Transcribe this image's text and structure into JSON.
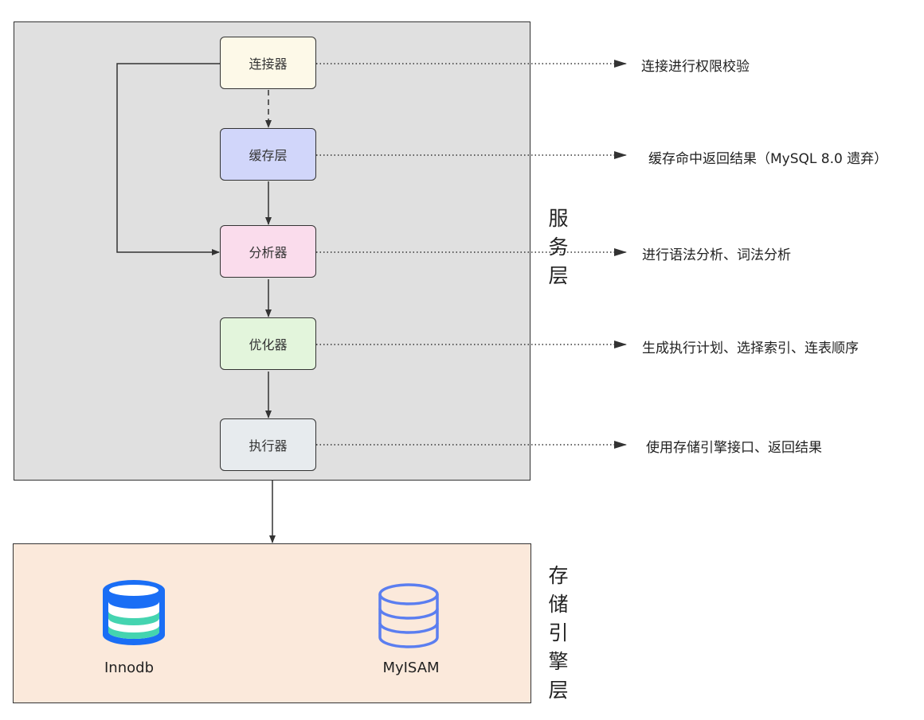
{
  "service_layer": {
    "label_chars": [
      "服",
      "务",
      "层"
    ],
    "nodes": [
      {
        "id": "connector",
        "label": "连接器",
        "fill": "#fdf9e8",
        "description": "连接进行权限校验"
      },
      {
        "id": "cache",
        "label": "缓存层",
        "fill": "#d1d6fa",
        "description": "缓存命中返回结果（MySQL 8.0 遗弃）"
      },
      {
        "id": "analyzer",
        "label": "分析器",
        "fill": "#fadcec",
        "description": "进行语法分析、词法分析"
      },
      {
        "id": "optimizer",
        "label": "优化器",
        "fill": "#e3f5dc",
        "description": "生成执行计划、选择索引、连表顺序"
      },
      {
        "id": "executor",
        "label": "执行器",
        "fill": "#e7ebee",
        "description": "使用存储引擎接口、返回结果"
      }
    ],
    "panel_color": "#e0e0e0"
  },
  "storage_layer": {
    "label_chars": [
      "存",
      "储",
      "引",
      "擎",
      "层"
    ],
    "panel_color": "#fbe9db",
    "engines": [
      {
        "name": "Innodb",
        "icon": "database-filled-icon",
        "color": "#1a6ef5",
        "band_color": "#44d4b0"
      },
      {
        "name": "MyISAM",
        "icon": "database-outline-icon",
        "color": "#5b7ef0"
      }
    ]
  }
}
